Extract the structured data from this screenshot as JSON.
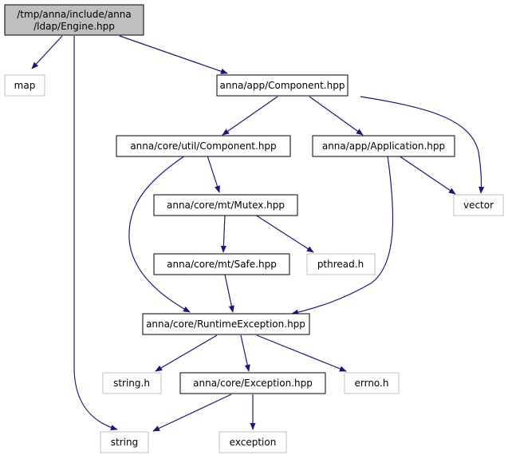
{
  "colors": {
    "edge": "#191970",
    "root_fill": "#bfbfbf",
    "node_border": "#000000",
    "external_border": "#bfbfbf"
  },
  "nodes": {
    "engine": {
      "line1": "/tmp/anna/include/anna",
      "line2": "/ldap/Engine.hpp"
    },
    "map": {
      "label": "map"
    },
    "app_component": {
      "label": "anna/app/Component.hpp"
    },
    "util_component": {
      "label": "anna/core/util/Component.hpp"
    },
    "application": {
      "label": "anna/app/Application.hpp"
    },
    "mutex": {
      "label": "anna/core/mt/Mutex.hpp"
    },
    "vector": {
      "label": "vector"
    },
    "safe": {
      "label": "anna/core/mt/Safe.hpp"
    },
    "pthread": {
      "label": "pthread.h"
    },
    "runtime_exception": {
      "label": "anna/core/RuntimeException.hpp"
    },
    "string_h": {
      "label": "string.h"
    },
    "exception_hpp": {
      "label": "anna/core/Exception.hpp"
    },
    "errno": {
      "label": "errno.h"
    },
    "string": {
      "label": "string"
    },
    "exception": {
      "label": "exception"
    }
  }
}
